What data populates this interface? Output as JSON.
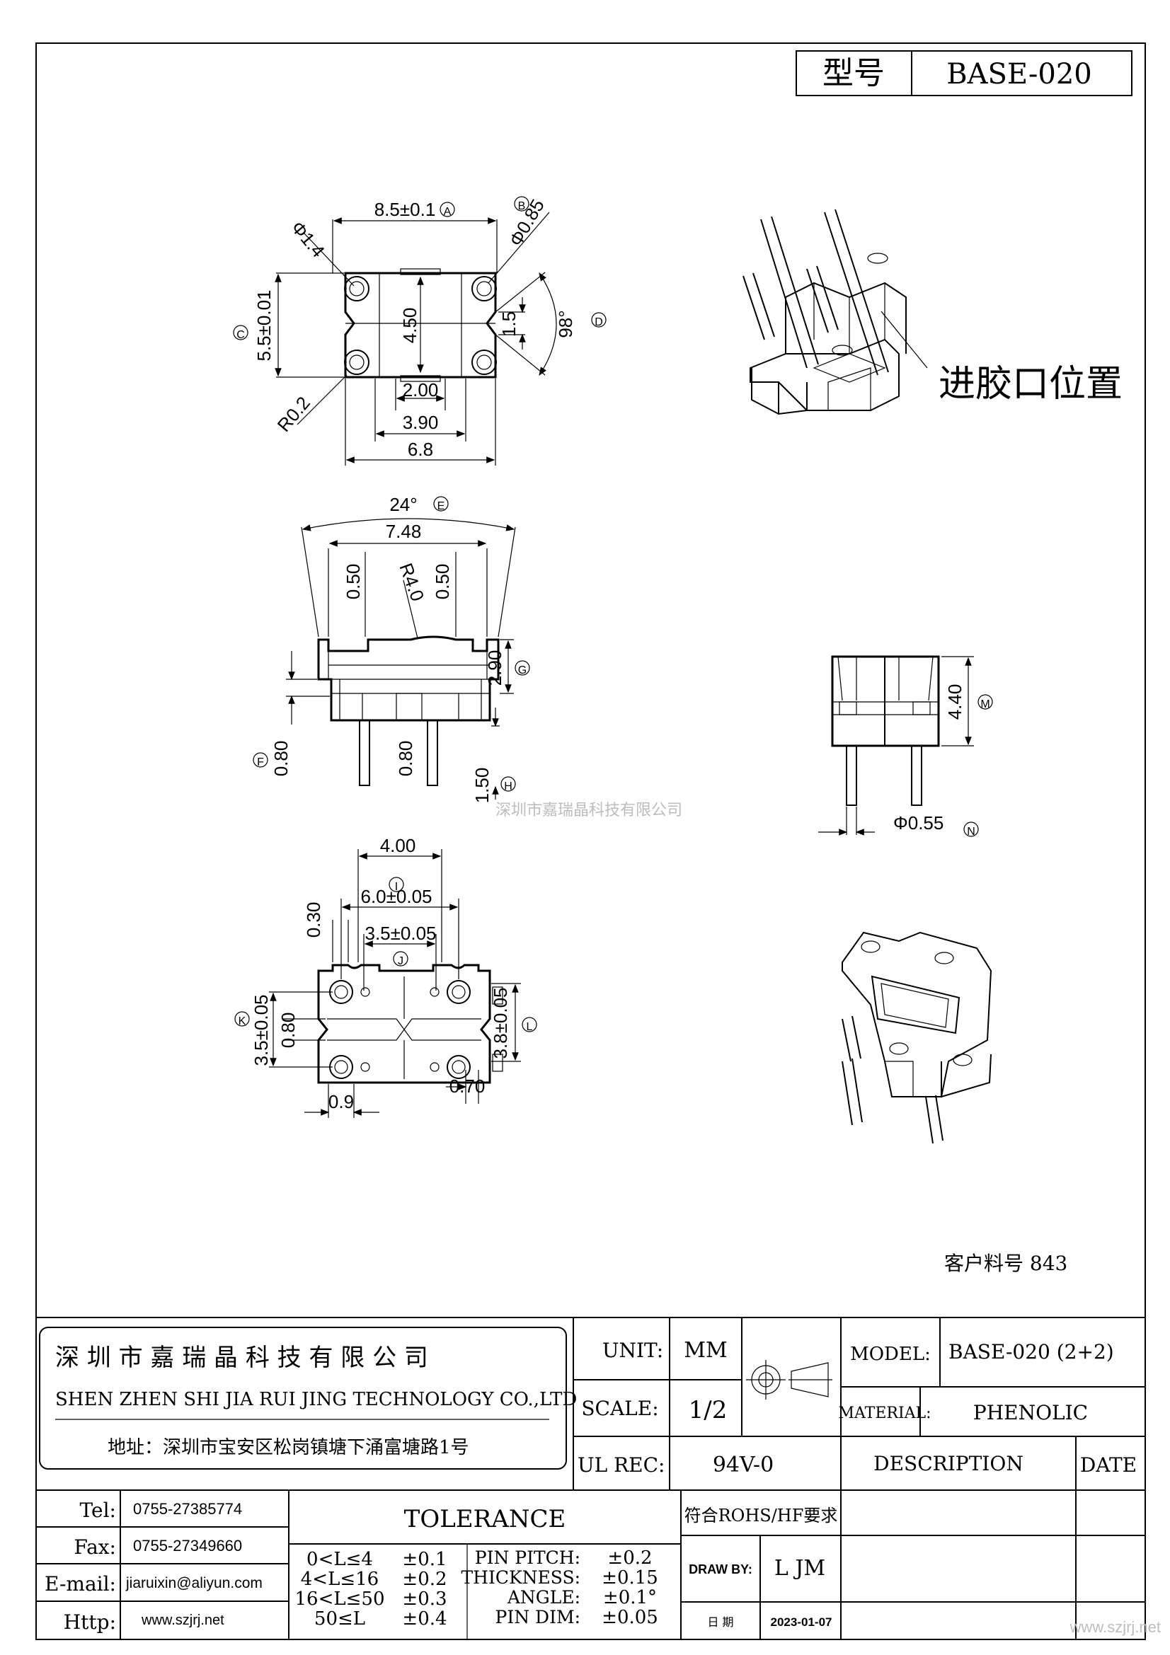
{
  "header": {
    "model_label": "型号",
    "model_value": "BASE-020"
  },
  "top_view": {
    "width": "8.5±0.1",
    "mark_a": "A",
    "mark_b": "B",
    "hole_b": "Φ0.85",
    "hole_small": "Φ1.4",
    "height": "5.5±0.01",
    "mark_c": "C",
    "inner_h": "4.50",
    "gap": "1.5",
    "angle_d": "98°",
    "mark_d": "D",
    "slot": "2.00",
    "w390": "3.90",
    "w68": "6.8",
    "radius": "R0.2"
  },
  "gate_label": "进胶口位置",
  "front_view": {
    "angle": "24°",
    "mark_e": "E",
    "width": "7.48",
    "wall_l": "0.50",
    "wall_r": "0.50",
    "radius": "R4.0",
    "h290": "2.90",
    "mark_g": "G",
    "h080_l": "0.80",
    "mark_f": "F",
    "h080_c": "0.80",
    "h150": "1.50",
    "mark_h": "H"
  },
  "watermark_center": "深圳市嘉瑞晶科技有限公司",
  "side_view": {
    "height": "4.40",
    "mark_m": "M",
    "pin": "Φ0.55",
    "mark_n": "N"
  },
  "bottom_view": {
    "w400": "4.00",
    "mark_i": "I",
    "w60": "6.0±0.05",
    "h030": "0.30",
    "w35": "3.5±0.05",
    "mark_j": "J",
    "mark_k": "K",
    "h35": "3.5±0.05",
    "h080": "0.80",
    "h38": "3.8±0.05",
    "mark_l": "L",
    "w070": "0.70",
    "w09": "0.9"
  },
  "customer_part": "客户料号 843",
  "company": {
    "name_cn": "深 圳 市 嘉 瑞 晶 科 技 有 限 公 司",
    "name_en": "SHEN ZHEN SHI   JIA RUI JING   TECHNOLOGY CO.,LTD",
    "address": "地址：深圳市宝安区松岗镇塘下涌富塘路1号"
  },
  "spec": {
    "unit_label": "UNIT:",
    "unit_value": "MM",
    "scale_label": "SCALE:",
    "scale_value": "1/2",
    "ul_label": "UL REC:",
    "ul_value": "94V-0",
    "model_label": "MODEL:",
    "model_value": "BASE-020 (2+2)",
    "material_label": "MATERIAL:",
    "material_value": "PHENOLIC",
    "description_label": "DESCRIPTION",
    "date_label": "DATE"
  },
  "contacts": [
    {
      "label": "Tel:",
      "value": "0755-27385774"
    },
    {
      "label": "Fax:",
      "value": "0755-27349660"
    },
    {
      "label": "E-mail:",
      "value": "jiaruixin@aliyun.com"
    },
    {
      "label": "Http:",
      "value": "www.szjrj.net"
    }
  ],
  "tolerance": {
    "title": "TOLERANCE",
    "ranges": [
      {
        "range": "0<L≤4",
        "tol": "±0.1"
      },
      {
        "range": "4<L≤16",
        "tol": "±0.2"
      },
      {
        "range": "16<L≤50",
        "tol": "±0.3"
      },
      {
        "range": "50≤L",
        "tol": "±0.4"
      }
    ],
    "items": [
      {
        "name": "PIN PITCH:",
        "tol": "±0.2"
      },
      {
        "name": "THICKNESS:",
        "tol": "±0.15"
      },
      {
        "name": "ANGLE:",
        "tol": "±0.1°"
      },
      {
        "name": "PIN DIM:",
        "tol": "±0.05"
      }
    ]
  },
  "rohs": "符合ROHS/HF要求",
  "draw_by_label": "DRAW BY:",
  "draw_by_value": "L JM",
  "date_cn_label": "日 期",
  "date_value": "2023-01-07",
  "watermark_url": "www.szjrj.net"
}
